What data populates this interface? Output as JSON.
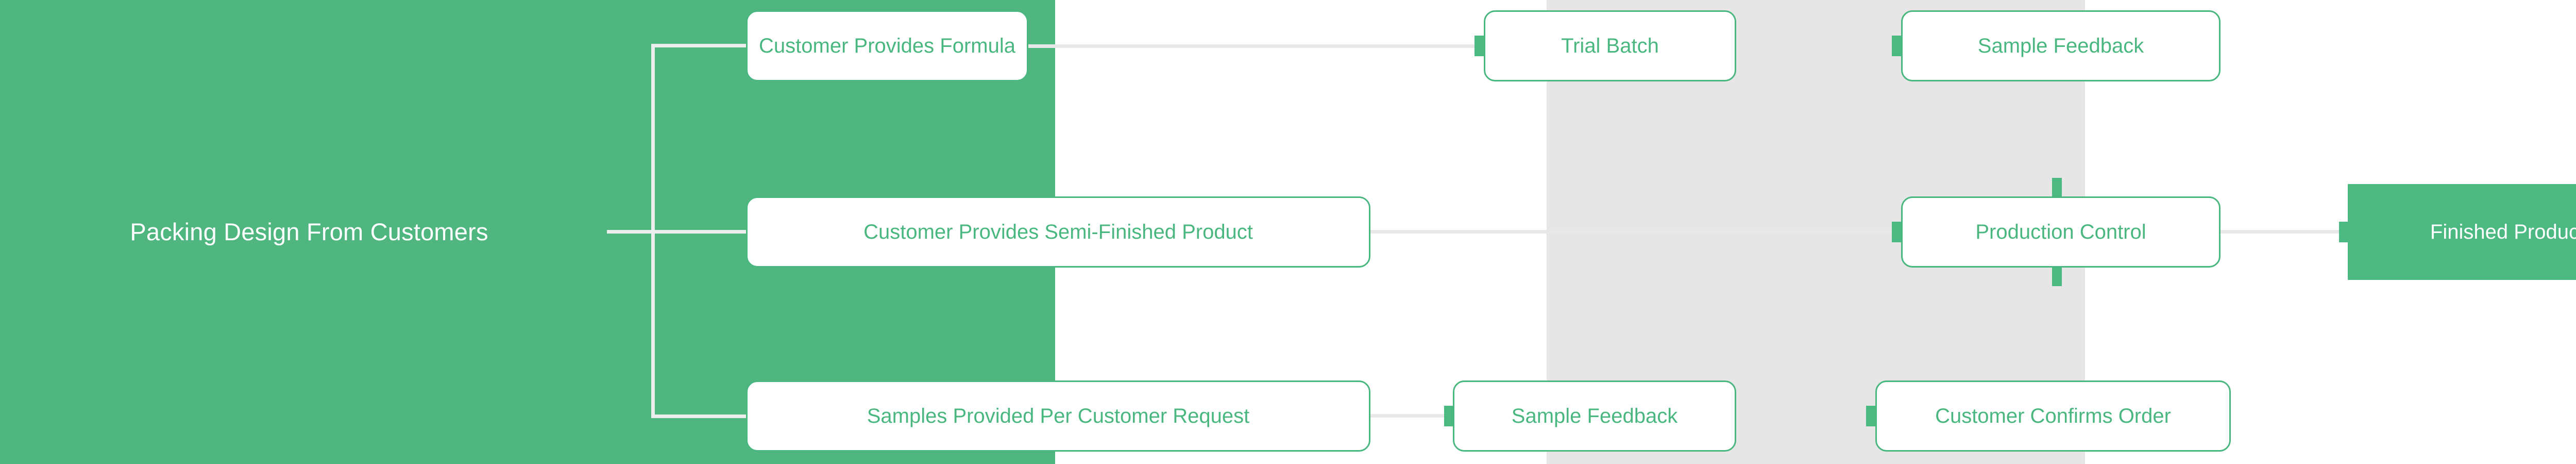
{
  "diagram": {
    "title": "Packing Design From Customers",
    "colors": {
      "brand_green": "#4cb882",
      "panel_green": "#4fb67f",
      "band_gray": "#e6e6e6",
      "line_gray": "#e8e8e8",
      "line_white": "#eceeed",
      "node_text": "#49b77f",
      "solid_text": "#ffffff",
      "node_fill": "#ffffff"
    },
    "root": {
      "label": "Packing Design From Customers"
    },
    "rows": [
      {
        "name": "formula-track",
        "nodes": [
          {
            "id": "customer-provides-formula",
            "label": "Customer Provides Formula",
            "style": "outlined"
          },
          {
            "id": "trial-batch",
            "label": "Trial Batch",
            "style": "outlined"
          },
          {
            "id": "sample-feedback-top",
            "label": "Sample Feedback",
            "style": "outlined"
          }
        ]
      },
      {
        "name": "semi-finished-track",
        "nodes": [
          {
            "id": "customer-provides-semi-finished-product",
            "label": "Customer Provides Semi-Finished Product",
            "style": "outlined"
          },
          {
            "id": "production-control",
            "label": "Production Control",
            "style": "outlined"
          },
          {
            "id": "finished-product",
            "label": "Finished Product",
            "style": "solid"
          }
        ]
      },
      {
        "name": "samples-track",
        "nodes": [
          {
            "id": "samples-provided-per-customer-request",
            "label": "Samples Provided Per Customer Request",
            "style": "outlined"
          },
          {
            "id": "sample-feedback-bottom",
            "label": "Sample Feedback",
            "style": "outlined"
          },
          {
            "id": "customer-confirms-order",
            "label": "Customer Confirms Order",
            "style": "outlined"
          }
        ]
      }
    ]
  }
}
